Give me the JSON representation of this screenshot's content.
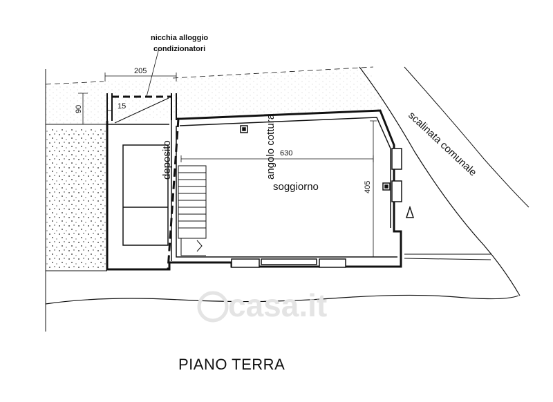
{
  "annotation": {
    "line1": "nicchia alloggio",
    "line2": "condizionatori"
  },
  "dimensions": {
    "niche_width": "205",
    "niche_depth": "90",
    "wall_offset": "15",
    "living_width": "630",
    "living_depth": "405"
  },
  "rooms": {
    "storage": "deposito",
    "kitchen": "angolo cottura",
    "living": "soggiorno"
  },
  "street_label": "scalinata comunale",
  "plan_title": "PIANO TERRA",
  "watermark": "casa.it",
  "colors": {
    "ink": "#111111",
    "watermark": "#e4e4e4"
  }
}
